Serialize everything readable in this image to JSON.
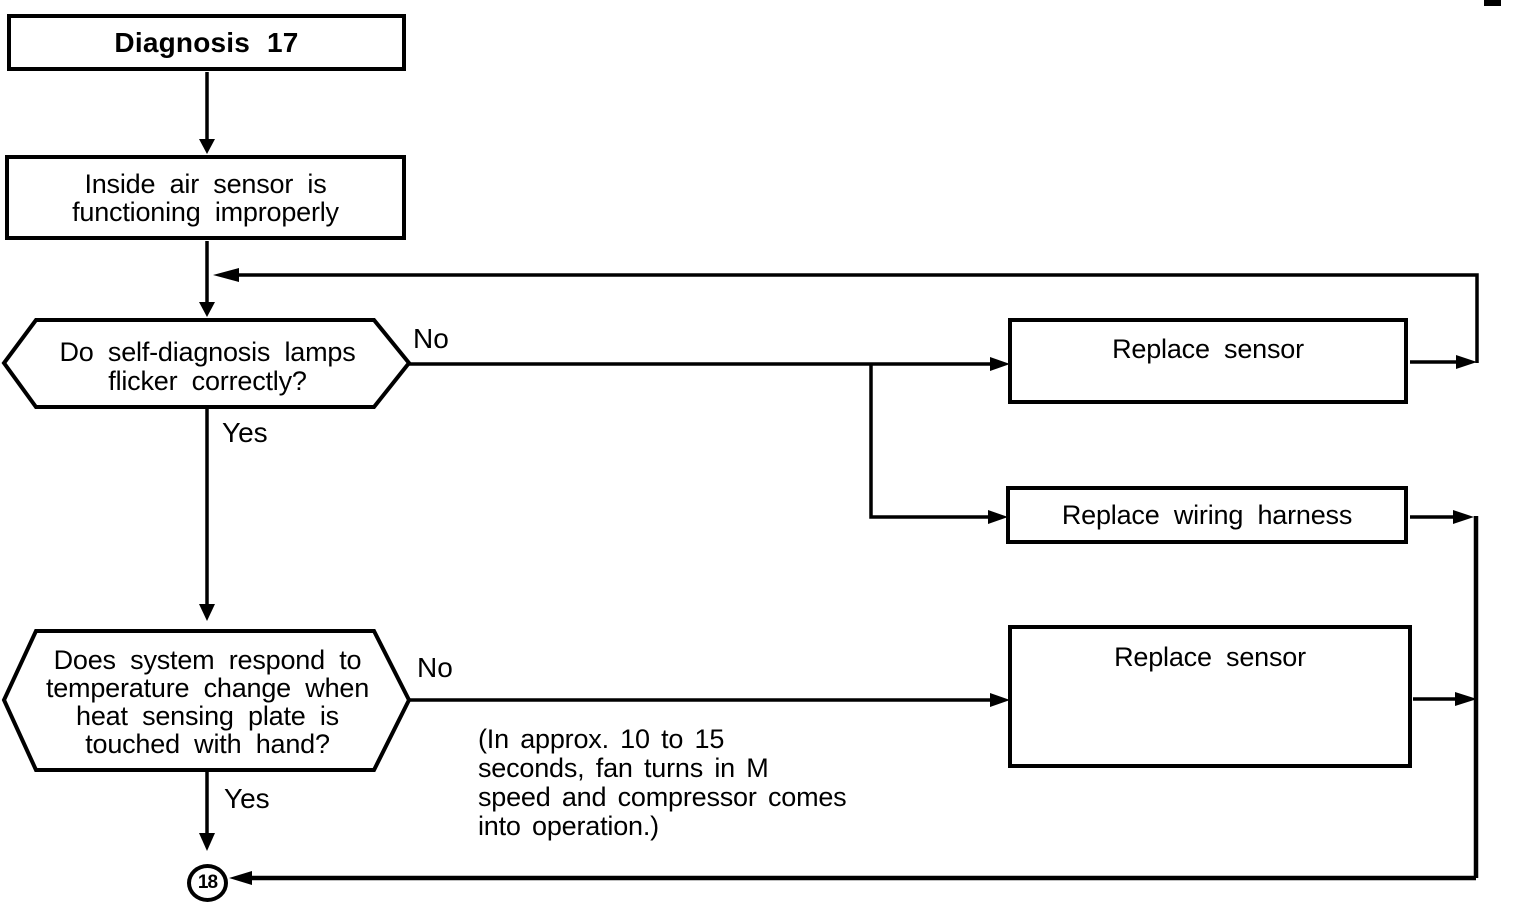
{
  "flow": {
    "title": "Diagnosis 17",
    "start": {
      "lines": [
        "Inside air sensor is",
        "functioning improperly"
      ]
    },
    "decision1": {
      "lines": [
        "Do self-diagnosis lamps",
        "flicker correctly?"
      ],
      "no_label": "No",
      "yes_label": "Yes"
    },
    "decision2": {
      "lines": [
        "Does system respond to",
        "temperature change when",
        "heat sensing plate is",
        "touched with hand?"
      ],
      "no_label": "No",
      "yes_label": "Yes"
    },
    "action_replace_sensor_1": "Replace sensor",
    "action_replace_wiring_harness": "Replace wiring harness",
    "action_replace_sensor_2": "Replace sensor",
    "note": {
      "lines": [
        "(In approx. 10 to 15",
        "seconds, fan turns in M",
        "speed and compressor comes",
        "into operation.)"
      ]
    },
    "connector_label": "18"
  },
  "colors": {
    "ink": "#000000",
    "paper": "#ffffff"
  }
}
